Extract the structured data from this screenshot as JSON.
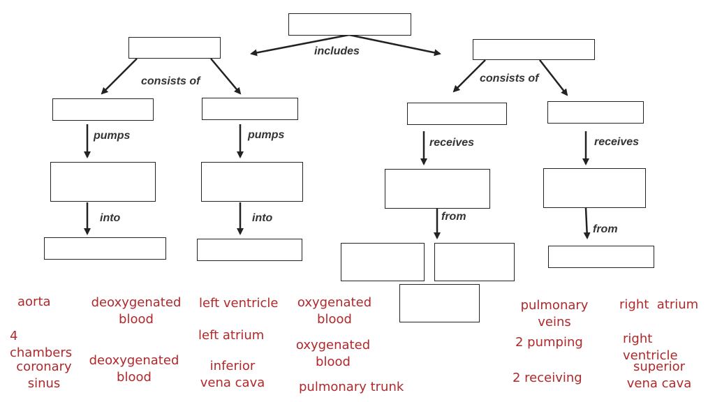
{
  "connectors": {
    "includes": "includes",
    "consists_of_left": "consists of",
    "consists_of_right": "consists of",
    "pumps_1": "pumps",
    "pumps_2": "pumps",
    "into_1": "into",
    "into_2": "into",
    "receives_1": "receives",
    "receives_2": "receives",
    "from_1": "from",
    "from_2": "from"
  },
  "word_bank": {
    "aorta": "aorta",
    "deoxygenated_blood_1": "deoxygenated blood",
    "left_ventricle": "left ventricle",
    "oxygenated_blood_1": "oxygenated blood",
    "pulmonary_veins": "pulmonary veins",
    "right_atrium": "right  atrium",
    "four_chambers": "4 chambers",
    "coronary_sinus": "coronary sinus",
    "left_atrium": "left atrium",
    "deoxygenated_blood_2": "deoxygenated blood",
    "inferior_vena_cava": "inferior vena cava",
    "oxygenated_blood_2": "oxygenated blood",
    "two_pumping": "2 pumping",
    "right_ventricle": "right ventricle",
    "superior_vena_cava": "superior vena cava",
    "pulmonary_trunk": "pulmonary trunk",
    "two_receiving": "2 receiving"
  },
  "colors": {
    "term_text": "#b0282a",
    "lines": "#222222"
  }
}
